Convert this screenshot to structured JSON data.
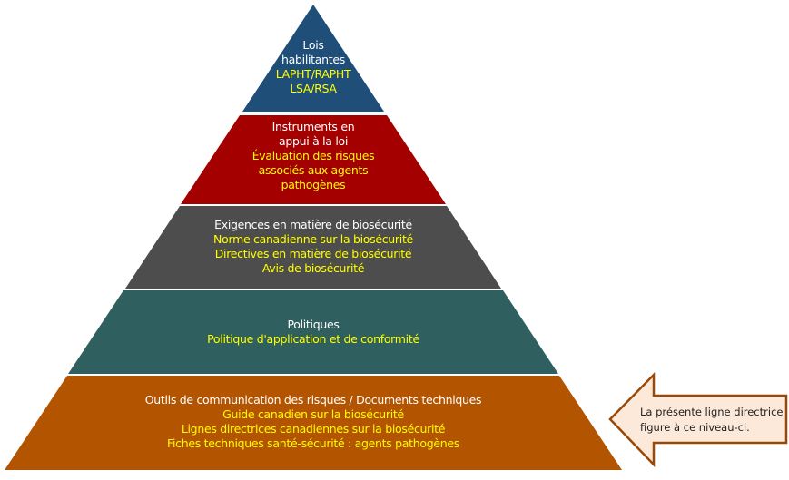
{
  "levels": [
    {
      "title": "Lois habilitantes",
      "title_lines": [
        "Lois",
        "habilitantes"
      ],
      "items": [
        "LAPHT/RAPHT",
        "LSA/RSA"
      ],
      "color": "#1f4e79"
    },
    {
      "title": "Instruments en appui à la loi",
      "title_lines": [
        "Instruments en",
        "appui à la loi"
      ],
      "items": [
        "Évaluation des risques",
        "associés aux agents",
        "pathogènes"
      ],
      "color": "#a50000"
    },
    {
      "title": "Exigences en matière de biosécurité",
      "items": [
        "Norme canadienne sur la biosécurité",
        "Directives en matière de biosécurité",
        "Avis de biosécurité"
      ],
      "color": "#4d4d4d"
    },
    {
      "title": "Politiques",
      "items": [
        "Politique d'application et de conformité"
      ],
      "color": "#2f5f5f"
    },
    {
      "title": "Outils de communication des risques / Documents techniques",
      "items": [
        "Guide canadien sur la biosécurité",
        "Lignes directrices canadiennes sur la biosécurité",
        "Fiches techniques santé-sécurité : agents pathogènes"
      ],
      "color": "#b35400"
    }
  ],
  "callout": {
    "lines": [
      "La présente ligne directrice",
      "figure à ce niveau-ci."
    ],
    "fill": "#fde9d9",
    "stroke": "#984807"
  }
}
